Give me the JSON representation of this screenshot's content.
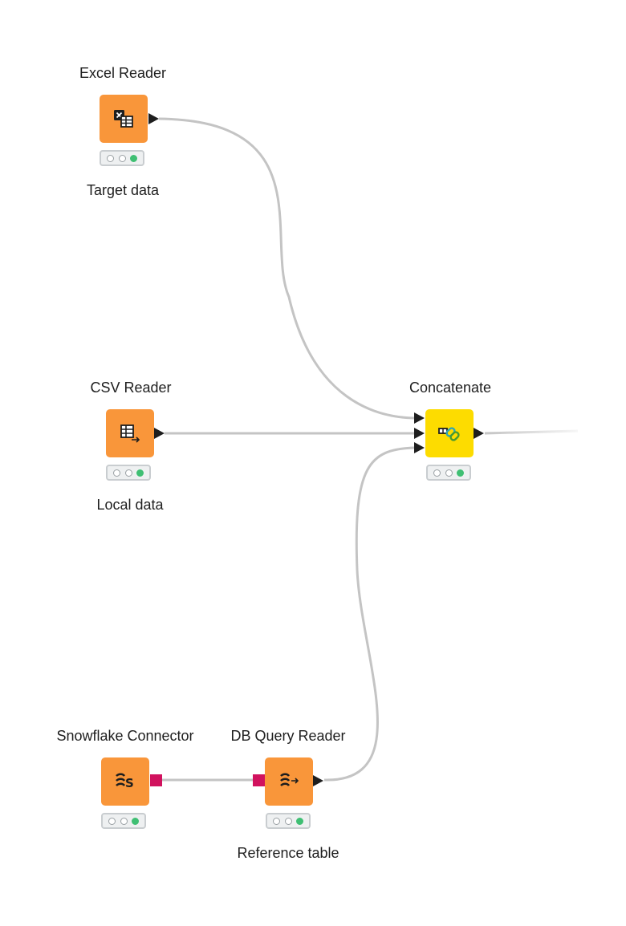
{
  "nodes": {
    "excel_reader": {
      "title": "Excel Reader",
      "caption": "Target data",
      "status": [
        "idle",
        "idle",
        "executed"
      ]
    },
    "csv_reader": {
      "title": "CSV Reader",
      "caption": "Local data",
      "status": [
        "idle",
        "idle",
        "executed"
      ]
    },
    "concatenate": {
      "title": "Concatenate",
      "caption": "",
      "status": [
        "idle",
        "idle",
        "executed"
      ]
    },
    "snowflake_connector": {
      "title": "Snowflake Connector",
      "caption": "",
      "status": [
        "idle",
        "idle",
        "executed"
      ]
    },
    "db_query_reader": {
      "title": "DB Query Reader",
      "caption": "Reference table",
      "status": [
        "idle",
        "idle",
        "executed"
      ]
    }
  },
  "colors": {
    "reader_node": "#f9963a",
    "manipulator_node": "#fddc00",
    "db_port": "#d1125e",
    "connection": "#c4c4c4",
    "status_executed": "#3fbf73"
  }
}
